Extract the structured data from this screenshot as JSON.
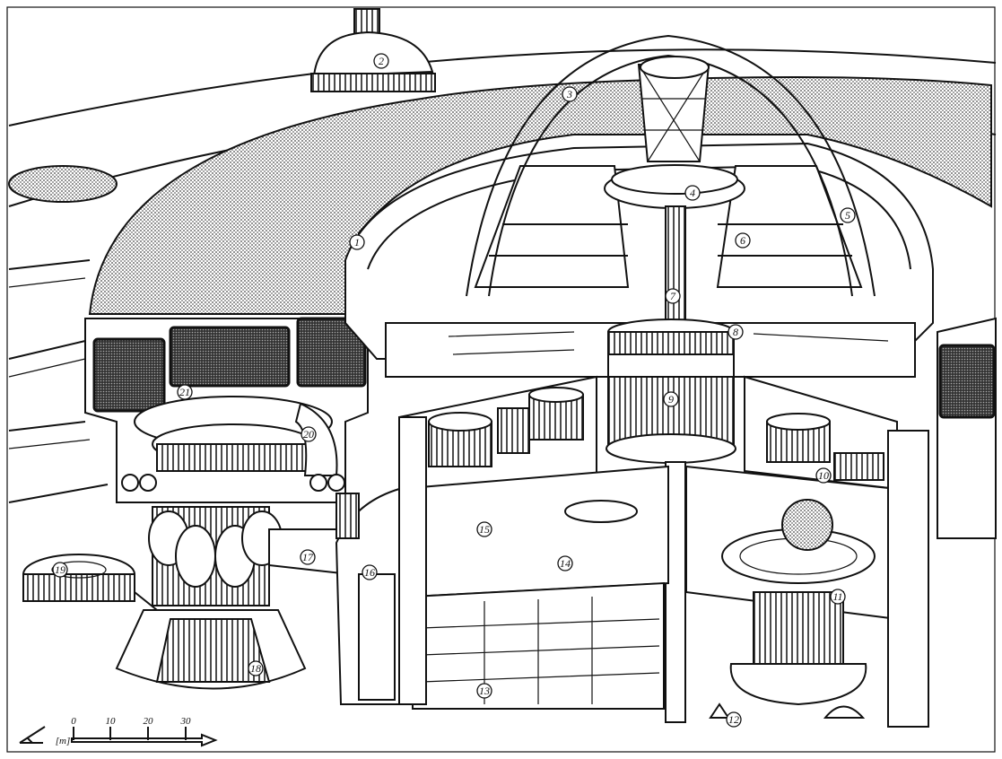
{
  "callouts": [
    "1",
    "2",
    "3",
    "4",
    "5",
    "6",
    "7",
    "8",
    "9",
    "10",
    "11",
    "12",
    "13",
    "14",
    "15",
    "16",
    "17",
    "18",
    "19",
    "20",
    "21"
  ],
  "scale_bar": {
    "unit_label": "[m]",
    "ticks": [
      "0",
      "10",
      "20",
      "30"
    ]
  },
  "colors": {
    "ink": "#111111",
    "paper": "#ffffff"
  }
}
